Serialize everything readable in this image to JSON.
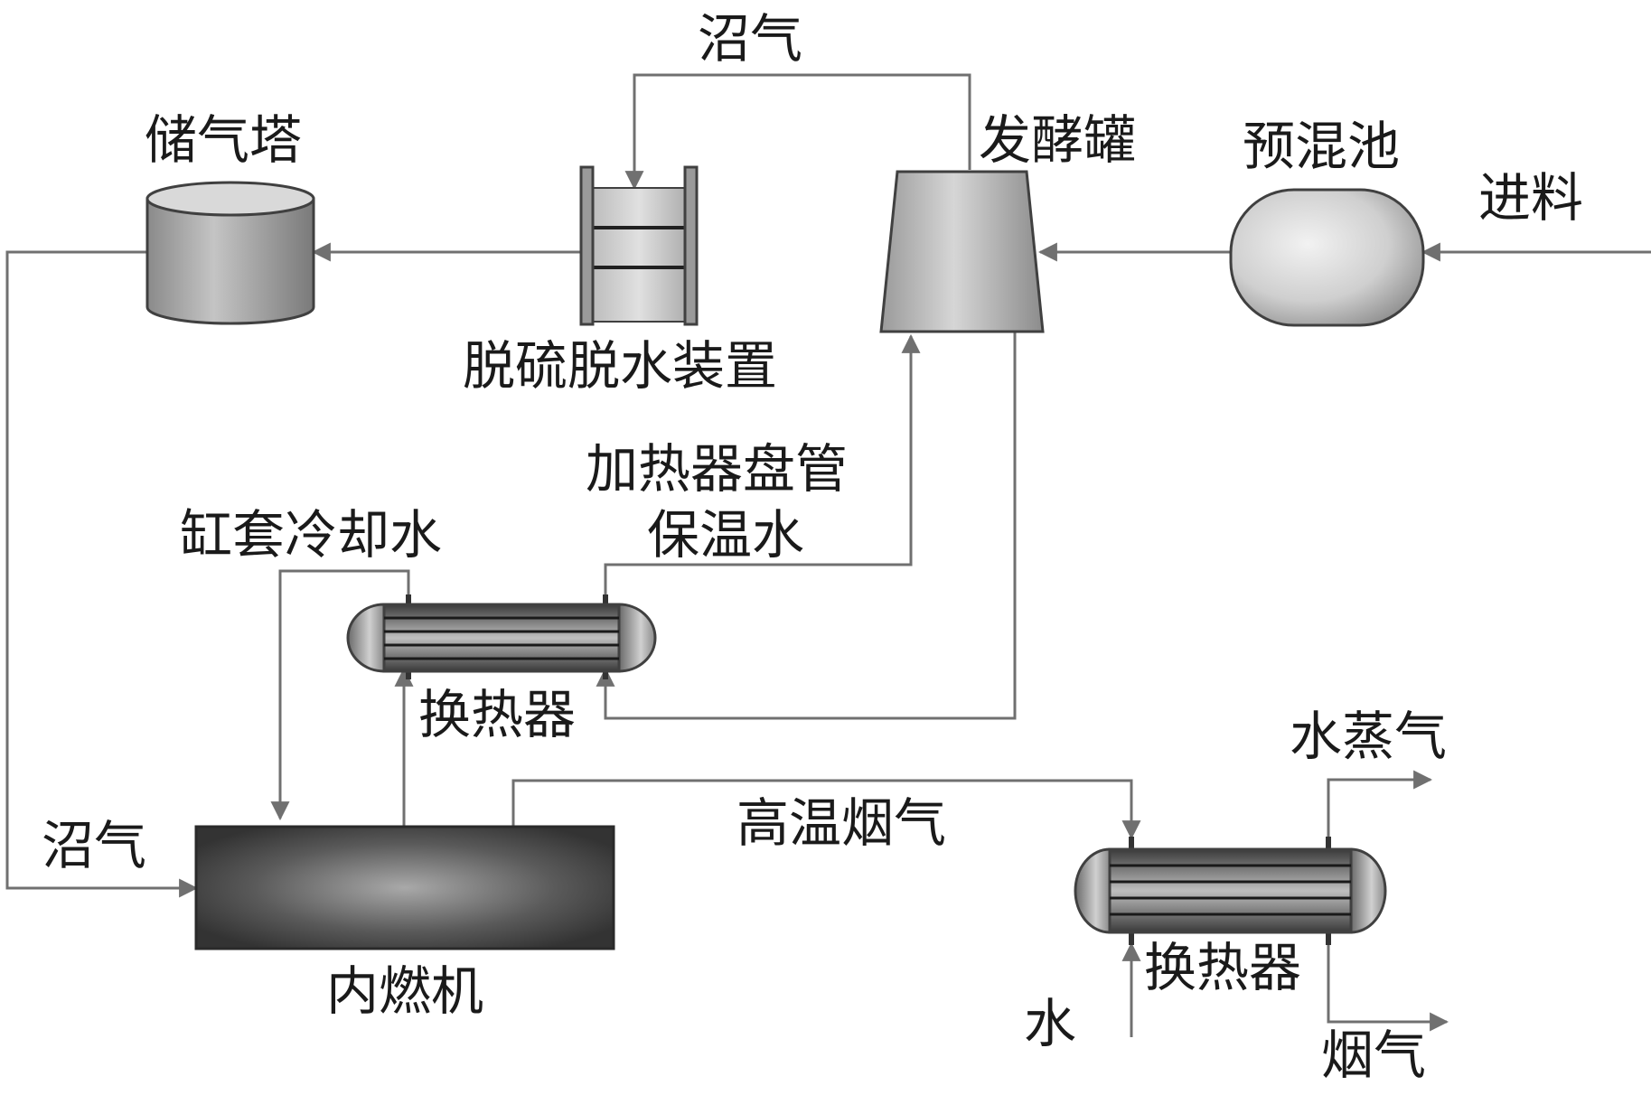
{
  "labels": {
    "biogas_top": "沼气",
    "gas_tower": "储气塔",
    "fermenter": "发酵罐",
    "premix": "预混池",
    "feed": "进料",
    "desulfurizer": "脱硫脱水装置",
    "heater_coil": "加热器盘管",
    "warm_water": "保温水",
    "jacket_water": "缸套冷却水",
    "hx1": "换热器",
    "steam": "水蒸气",
    "biogas_left": "沼气",
    "hot_flue": "高温烟气",
    "engine": "内燃机",
    "hx2": "换热器",
    "water": "水",
    "flue_out": "烟气"
  }
}
